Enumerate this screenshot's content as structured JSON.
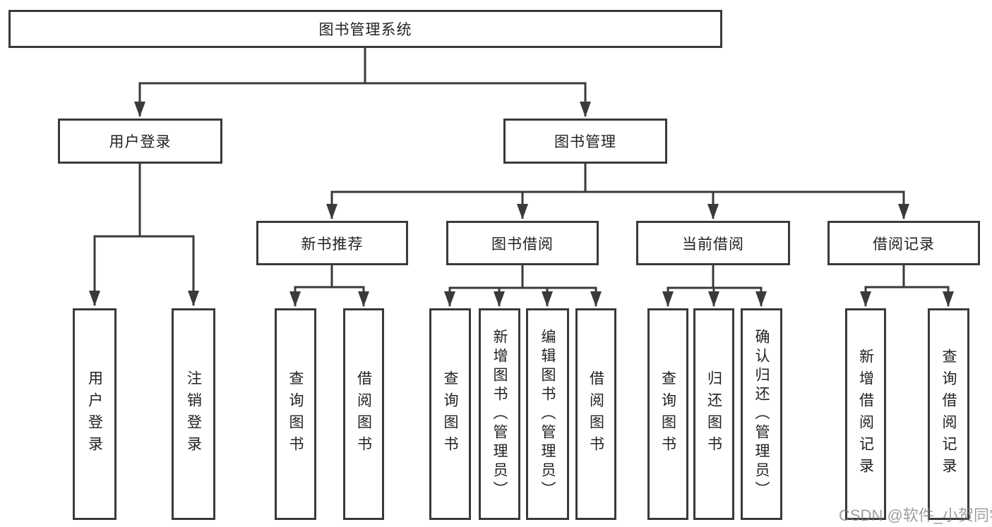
{
  "tree": {
    "label": "图书管理系统",
    "children": [
      {
        "label": "用户登录",
        "children": [
          {
            "label": "用户登录"
          },
          {
            "label": "注销登录"
          }
        ]
      },
      {
        "label": "图书管理",
        "children": [
          {
            "label": "新书推荐",
            "children": [
              {
                "label": "查询图书"
              },
              {
                "label": "借阅图书"
              }
            ]
          },
          {
            "label": "图书借阅",
            "children": [
              {
                "label": "查询图书"
              },
              {
                "label": "新增图书（管理员）"
              },
              {
                "label": "编辑图书（管理员）"
              },
              {
                "label": "借阅图书"
              }
            ]
          },
          {
            "label": "当前借阅",
            "children": [
              {
                "label": "查询图书"
              },
              {
                "label": "归还图书"
              },
              {
                "label": "确认归还（管理员）"
              }
            ]
          },
          {
            "label": "借阅记录",
            "children": [
              {
                "label": "新增借阅记录"
              },
              {
                "label": "查询借阅记录"
              }
            ]
          }
        ]
      }
    ]
  },
  "watermark": {
    "text": "CSDN @软件_小贺同学"
  },
  "colors": {
    "line": "#3a3a3a",
    "text": "#222222",
    "background": "#ffffff"
  }
}
